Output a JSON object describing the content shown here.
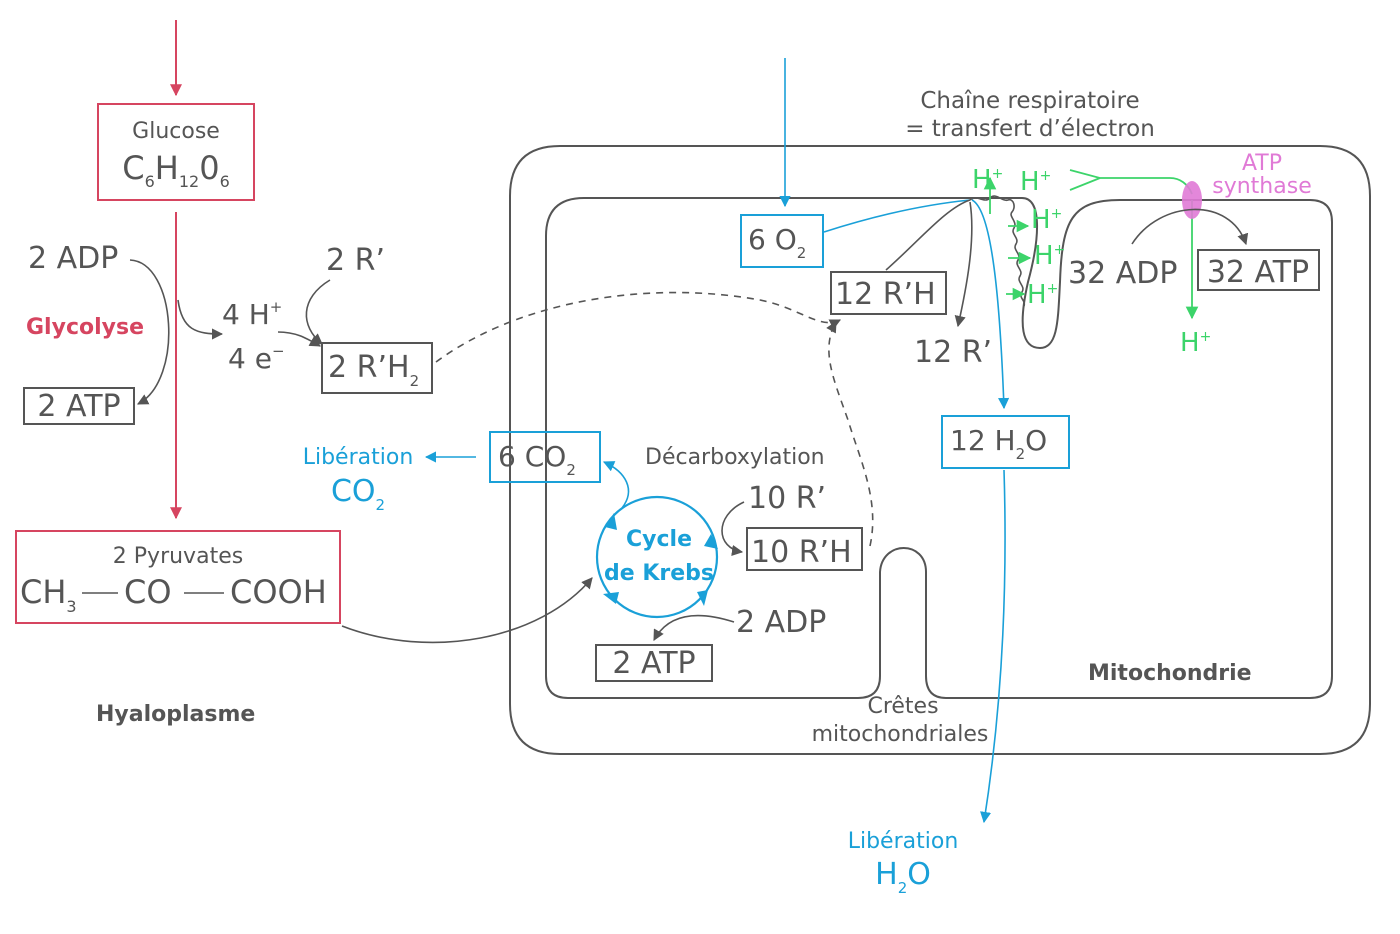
{
  "colors": {
    "gray": "#555555",
    "red": "#d64560",
    "blue": "#1aa0d8",
    "green": "#3cd46a",
    "pink": "#e07ad6"
  },
  "glycolysis": {
    "glucose_label": "Glucose",
    "glucose_formula": {
      "c": "C",
      "c_sub": "6",
      "h": "H",
      "h_sub": "12",
      "o": "0",
      "o_sub": "6"
    },
    "adp": "2 ADP",
    "title": "Glycolyse",
    "atp": "2 ATP",
    "h_plus": "4 H",
    "h_plus_sup": "+",
    "electrons": "4 e",
    "electrons_sup": "−",
    "r_prime": "2 R’",
    "rh2": "2 R’H",
    "rh2_sub": "2",
    "pyruvate_label": "2 Pyruvates",
    "pyruvate_formula": {
      "ch": "CH",
      "ch_sub": "3",
      "co": "CO",
      "cooh": "COOH"
    },
    "region": "Hyaloplasme"
  },
  "krebs": {
    "co2_box": "6  CO",
    "co2_box_sub": "2",
    "release_co2_label": "Libération",
    "release_co2_formula": "CO",
    "release_co2_sub": "2",
    "decarboxylation": "Décarboxylation",
    "cycle_line1": "Cycle",
    "cycle_line2": "de Krebs",
    "r_prime": "10 R’",
    "rh": "10 R’H",
    "adp": "2 ADP",
    "atp": "2 ATP"
  },
  "chain": {
    "title_line1": "Chaîne respiratoire",
    "title_line2": "= transfert d’électron",
    "o2": "6  O",
    "o2_sub": "2",
    "rh": "12 R’H",
    "r_prime": "12 R’",
    "h2o": "12 H",
    "h2o_sub": "2",
    "h2o_o": "O",
    "h": "H",
    "h_sup": "+",
    "atp_synthase_line1": "ATP",
    "atp_synthase_line2": "synthase",
    "adp": "32 ADP",
    "atp": "32 ATP",
    "cristae_line1": "Crêtes",
    "cristae_line2": "mitochondriales",
    "region": "Mitochondrie",
    "release_h2o_label": "Libération",
    "release_h2o_h": "H",
    "release_h2o_sub": "2",
    "release_h2o_o": "O"
  }
}
